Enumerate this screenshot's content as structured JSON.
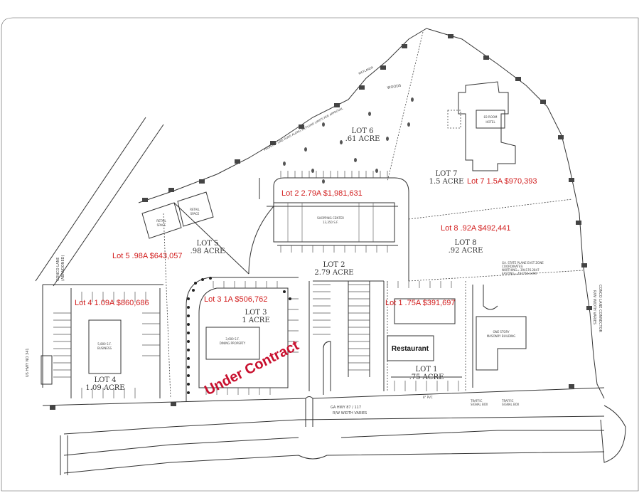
{
  "labels": {
    "lot2_price": "Lot 2  2.79A $1,981,631",
    "lot7_price": "Lot 7  1.5A $970,393",
    "lot8_price": "Lot 8  .92A $492,441",
    "lot5_price": "Lot 5  .98A $643,057",
    "lot4_price": "Lot 4   1.09A $860,686",
    "lot3_price": "Lot 3   1A $506,762",
    "lot1_price": "Lot 1  .75A  $391,697",
    "under_contract": "Under Contract",
    "restaurant": "Restaurant"
  },
  "lots": {
    "lot6": [
      "LOT 6",
      ".61 ACRE"
    ],
    "lot7": [
      "LOT 7",
      "1.5 ACRE"
    ],
    "lot8": [
      "LOT 8",
      ".92 ACRE"
    ],
    "lot5": [
      "LOT 5",
      ".98 ACRE"
    ],
    "lot2": [
      "LOT 2",
      "2.79 ACRE"
    ],
    "lot3": [
      "LOT 3",
      "1 ACRE"
    ],
    "lot4": [
      "LOT 4",
      "1.09 ACRE"
    ],
    "lot1": [
      "LOT 1",
      ".75 ACRE"
    ]
  },
  "buildings": {
    "hotel": [
      "83 ROOM",
      "HOTEL"
    ],
    "shopping": [
      "SHOPPING CENTER",
      "13,350 S.F."
    ],
    "lot4_bldg": [
      "5,800 S.F.",
      "BUSINESS"
    ],
    "lot3_bldg": [
      "3,600 S.F.",
      "DINING PROPERTY"
    ],
    "retail1": [
      "RETAIL",
      "SPACE"
    ],
    "retail2": [
      "RETAIL",
      "SPACE"
    ],
    "one_story": [
      "ONE STORY",
      "MASONRY BUILDING"
    ]
  },
  "roads": {
    "ga_hwy": "GA HWY 87 / 117",
    "rw": "R/W WIDTH VARIES",
    "us_hwy": "US HWY NO 341",
    "conco_lane": [
      "CONCO LANE",
      "(ABANDONED)"
    ],
    "connector": [
      "CONCO LANE CONNECTOR",
      "R/W WIDTH VARIES"
    ]
  },
  "misc": {
    "woods": "WOODS",
    "wetlands": "WETLANDS",
    "property_line": "PROPERTY LINE RUNS ALONG WETLAND LIMITS PER APPROVAL",
    "traffic_signal": [
      "TRAFFIC",
      "SIGNAL BOX"
    ],
    "state_plane": [
      "GA. STATE PLANE EAST ZONE",
      "COORDINATES:",
      "NORTHING= 394176.2847",
      "EASTING= 494756.1494"
    ],
    "pvc": "8\" PVC"
  }
}
